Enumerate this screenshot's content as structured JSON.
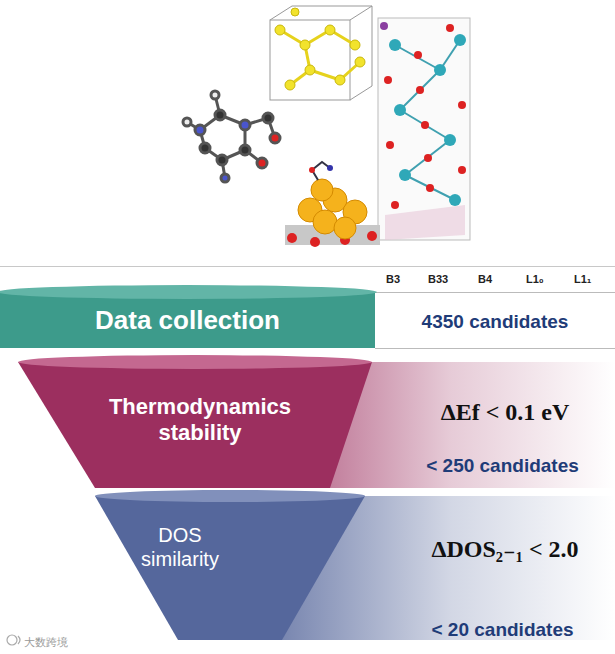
{
  "diagram": {
    "nodes": [
      {
        "text": [
          "Data collection",
          "4350 candidates"
        ]
      },
      {
        "text": [
          "Thermodynamics stability",
          "ΔEf < 0.1 eV",
          "< 250 candidates"
        ]
      },
      {
        "text": [
          "DOS similarity",
          "ΔDOS₂₋₁ < 2.0",
          "< 20 candidates"
        ]
      }
    ],
    "labels": [
      "B3",
      "B33",
      "B4",
      "L1₀",
      "L1₁",
      "大数跨境"
    ]
  }
}
